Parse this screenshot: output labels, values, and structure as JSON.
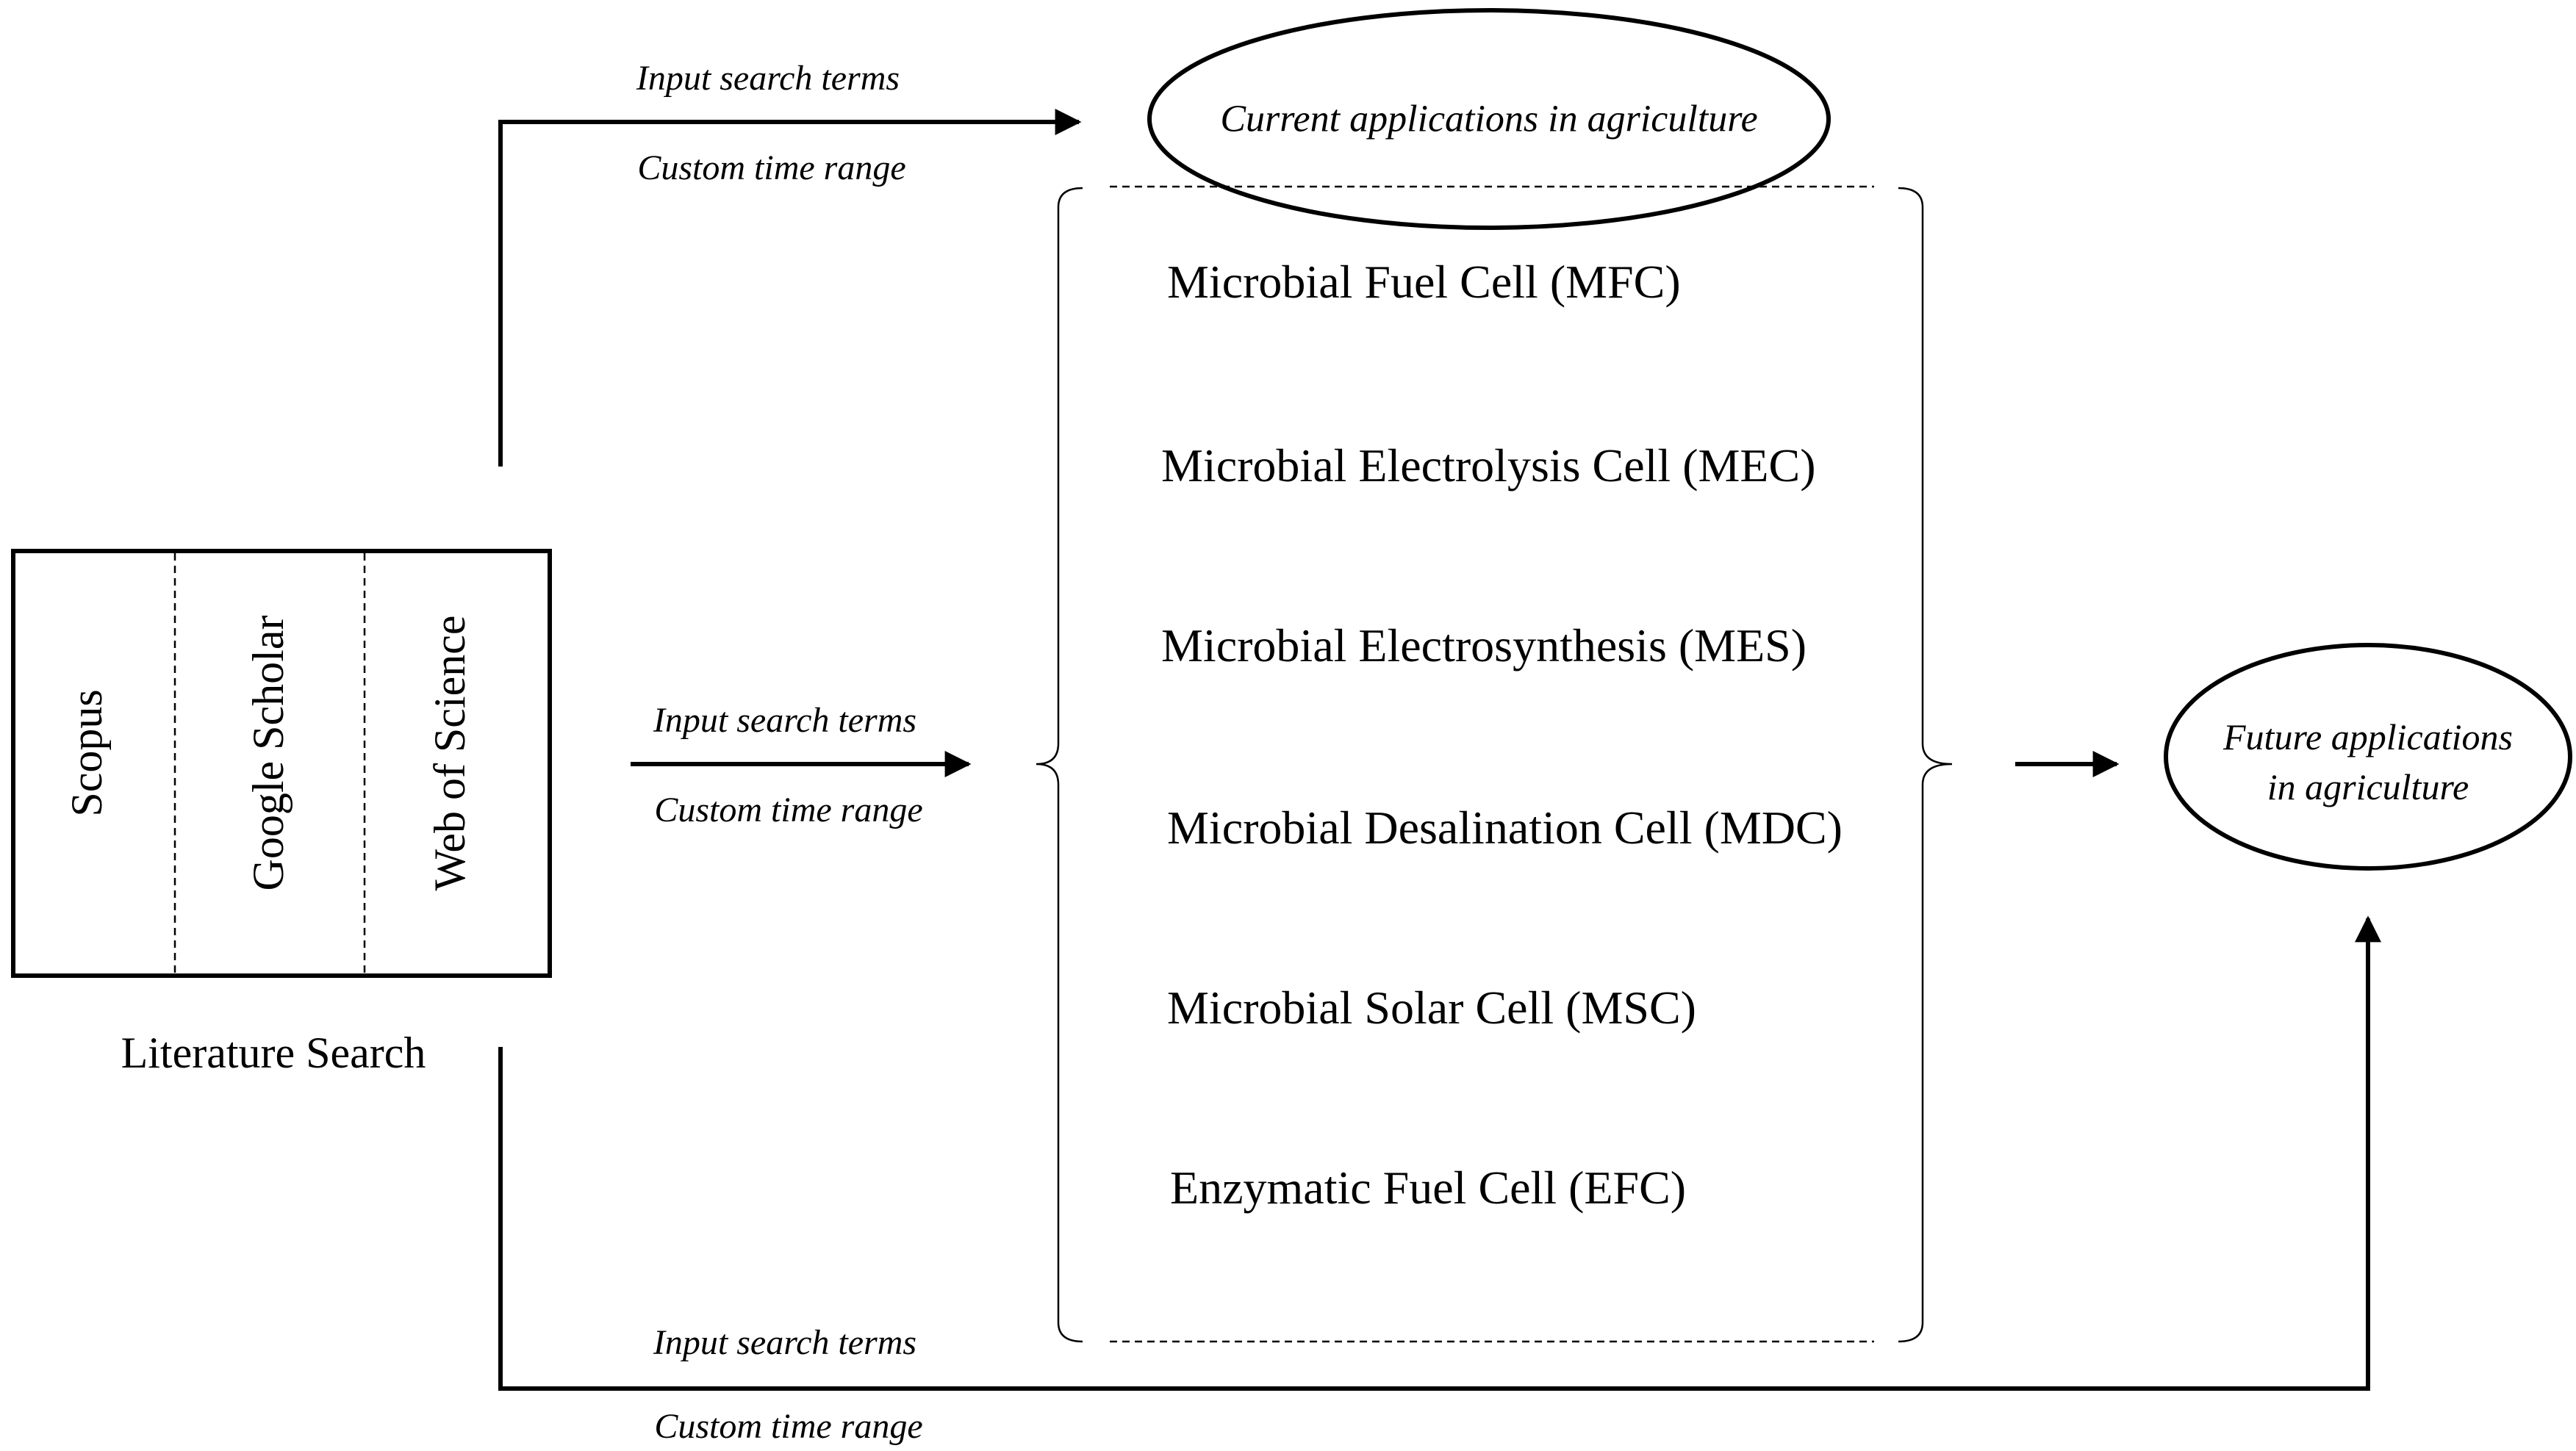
{
  "database_box": {
    "databases": [
      "Scopus",
      "Google Scholar",
      "Web of Science"
    ],
    "caption": "Literature Search"
  },
  "branches": {
    "top": {
      "search_terms": "Input search terms",
      "time_range": "Custom time range"
    },
    "middle": {
      "search_terms": "Input search terms",
      "time_range": "Custom time range"
    },
    "bottom": {
      "search_terms": "Input search terms",
      "time_range": "Custom time range"
    }
  },
  "current_applications": "Current applications in agriculture",
  "technologies": [
    "Microbial Fuel Cell (MFC)",
    "Microbial Electrolysis Cell (MEC)",
    "Microbial Electrosynthesis (MES)",
    "Microbial Desalination Cell (MDC)",
    "Microbial Solar Cell (MSC)",
    "Enzymatic Fuel Cell (EFC)"
  ],
  "future_applications": [
    "Future applications",
    "in agriculture"
  ],
  "colors": {
    "ink": "#000000",
    "background": "#ffffff"
  }
}
